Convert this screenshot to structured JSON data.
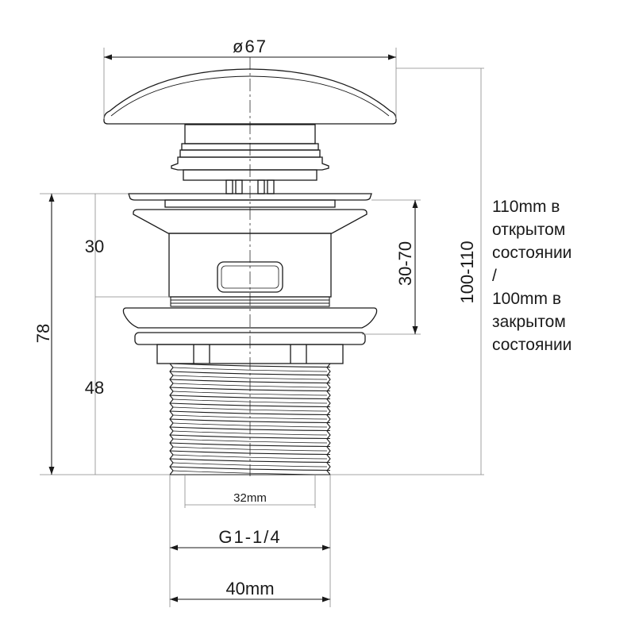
{
  "dimensions": {
    "top_diameter": "ø67",
    "height_30": "30",
    "height_48": "48",
    "total_78": "78",
    "range_30_70": "30-70",
    "range_100_110": "100-110",
    "thread_inner": "32mm",
    "thread_spec": "G1-1/4",
    "thread_outer": "40mm"
  },
  "note": {
    "line1": "110mm в",
    "line2": "открытом",
    "line3": "состоянии",
    "line4": "/",
    "line5": "100mm в",
    "line6": "закрытом",
    "line7": "состоянии"
  },
  "colors": {
    "line": "#1a1a1a",
    "thin": "#888888"
  }
}
